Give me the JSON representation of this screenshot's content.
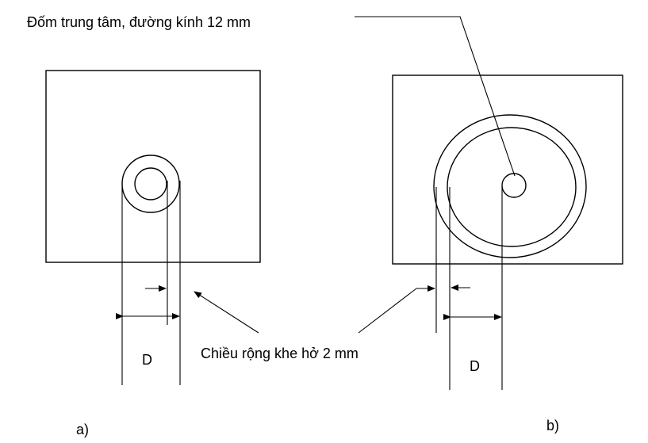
{
  "labels": {
    "center_spot": "Đốm trung tâm, đường kính 12 mm",
    "gap_width": "Chiều rộng khe hở 2 mm",
    "dimension_a": "D",
    "dimension_b": "D",
    "caption_a": "a)",
    "caption_b": "b)"
  }
}
